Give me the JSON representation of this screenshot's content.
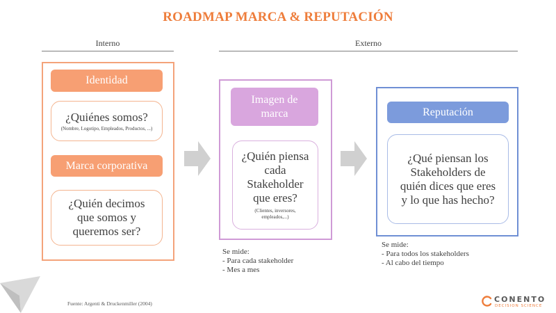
{
  "title": "ROADMAP MARCA & REPUTACIÓN",
  "sections": {
    "interno": "Interno",
    "externo": "Externo"
  },
  "colors": {
    "accent": "#ee7d3b",
    "identity_pill": "#f79f73",
    "identity_border": "#f4a37a",
    "image_pill": "#d9a6de",
    "image_border": "#cf9ad6",
    "reputation_pill": "#7c9bdc",
    "reputation_border": "#6f8fd4",
    "arrow": "#d0d0d0"
  },
  "panel1": {
    "pill1": "Identidad",
    "card1_question": "¿Quiénes somos?",
    "card1_detail": "(Nombre, Logotipo, Empleados, Productos, ...)",
    "pill2": "Marca corporativa",
    "card2_question": "¿Quién decimos que somos y queremos ser?"
  },
  "panel2": {
    "pill": "Imagen de marca",
    "card_question": "¿Quién piensa cada Stakeholder que eres?",
    "card_detail": "(Clientes, inversores, empleados,...)",
    "notes": [
      "Se mide:",
      "- Para cada stakeholder",
      "- Mes a mes"
    ]
  },
  "panel3": {
    "pill": "Reputación",
    "card_question": "¿Qué piensan los Stakeholders de quién dices que eres y lo que has hecho?",
    "notes": [
      "Se mide:",
      "- Para todos los stakeholders",
      "- Al cabo del tiempo"
    ]
  },
  "arrows": [
    "arrow-right-icon",
    "arrow-right-icon"
  ],
  "source": "Fuente: Argenti & Druckenmiller (2004)",
  "logo": {
    "name": "CONENTO",
    "tagline": "DECISION SCIENCE"
  }
}
